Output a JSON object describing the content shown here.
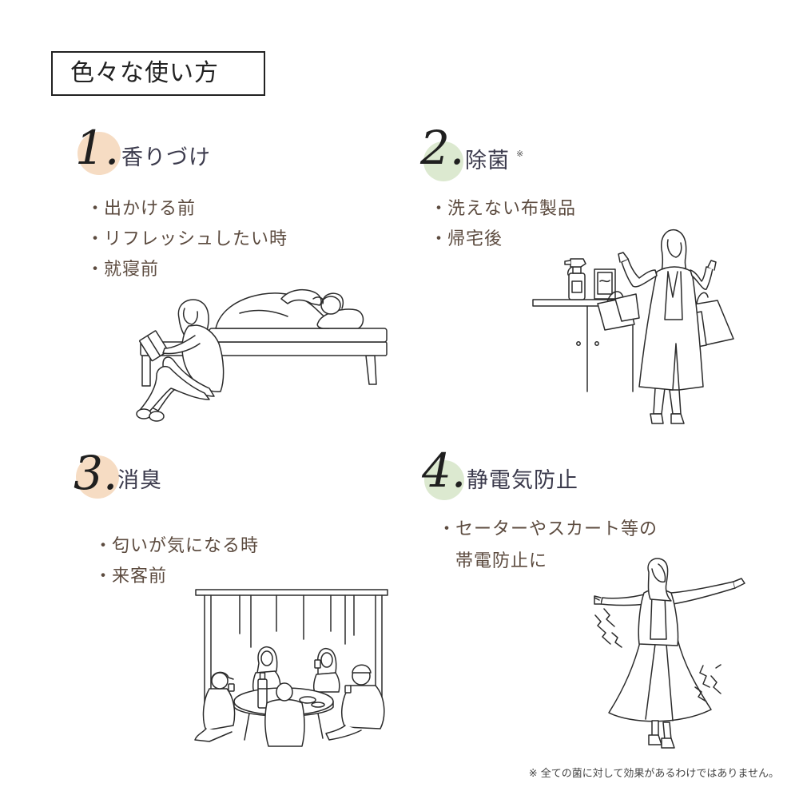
{
  "title": "色々な使い方",
  "bullet": "・",
  "colors": {
    "title_border": "#222222",
    "heading_text": "#3b3a4c",
    "bullet_text": "#5c4b3f"
  },
  "sections": [
    {
      "number": "1.",
      "title": "香りづけ",
      "accent_color": "#f6dcc3",
      "items": [
        "出かける前",
        "リフレッシュしたい時",
        "就寝前"
      ]
    },
    {
      "number": "2.",
      "title": "除菌",
      "title_note": "※",
      "accent_color": "#dce9d0",
      "items": [
        "洗えない布製品",
        "帰宅後"
      ]
    },
    {
      "number": "3.",
      "title": "消臭",
      "accent_color": "#f6dcc3",
      "items": [
        "匂いが気になる時",
        "来客前"
      ]
    },
    {
      "number": "4.",
      "title": "静電気防止",
      "accent_color": "#dce9d0",
      "items": [
        "セーターやスカート等の\n帯電防止に"
      ]
    }
  ],
  "footnote": "※ 全ての菌に対して効果があるわけではありません。"
}
